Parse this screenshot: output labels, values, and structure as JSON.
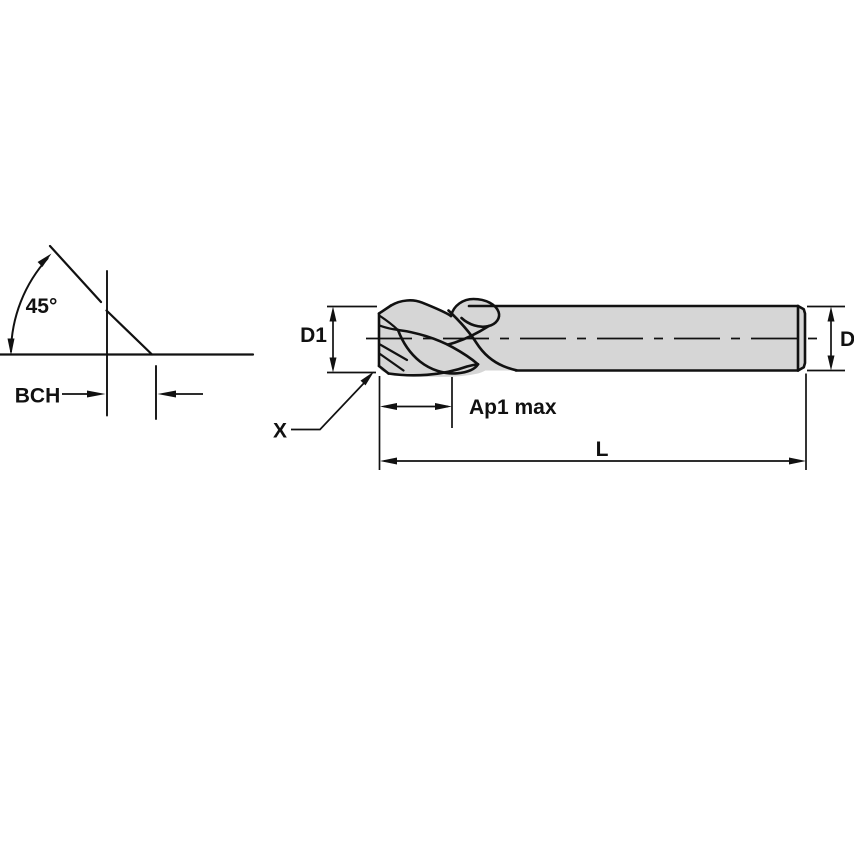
{
  "page": {
    "background": "#ffffff"
  },
  "drawing": {
    "type": "technical-dimension-diagram",
    "subject": "Solid carbide chamfered end mill, side view with corner-chamfer detail",
    "labels": {
      "corner_angle": "45°",
      "chamfer_width": "BCH",
      "cutting_diameter": "D1",
      "chamfer_callout": "X",
      "max_depth_of_cut": "Ap1 max",
      "overall_length": "L",
      "shank_diameter": "D"
    },
    "colors": {
      "line": "#111111",
      "tool_fill": "#d6d6d6",
      "background": "#ffffff"
    }
  }
}
